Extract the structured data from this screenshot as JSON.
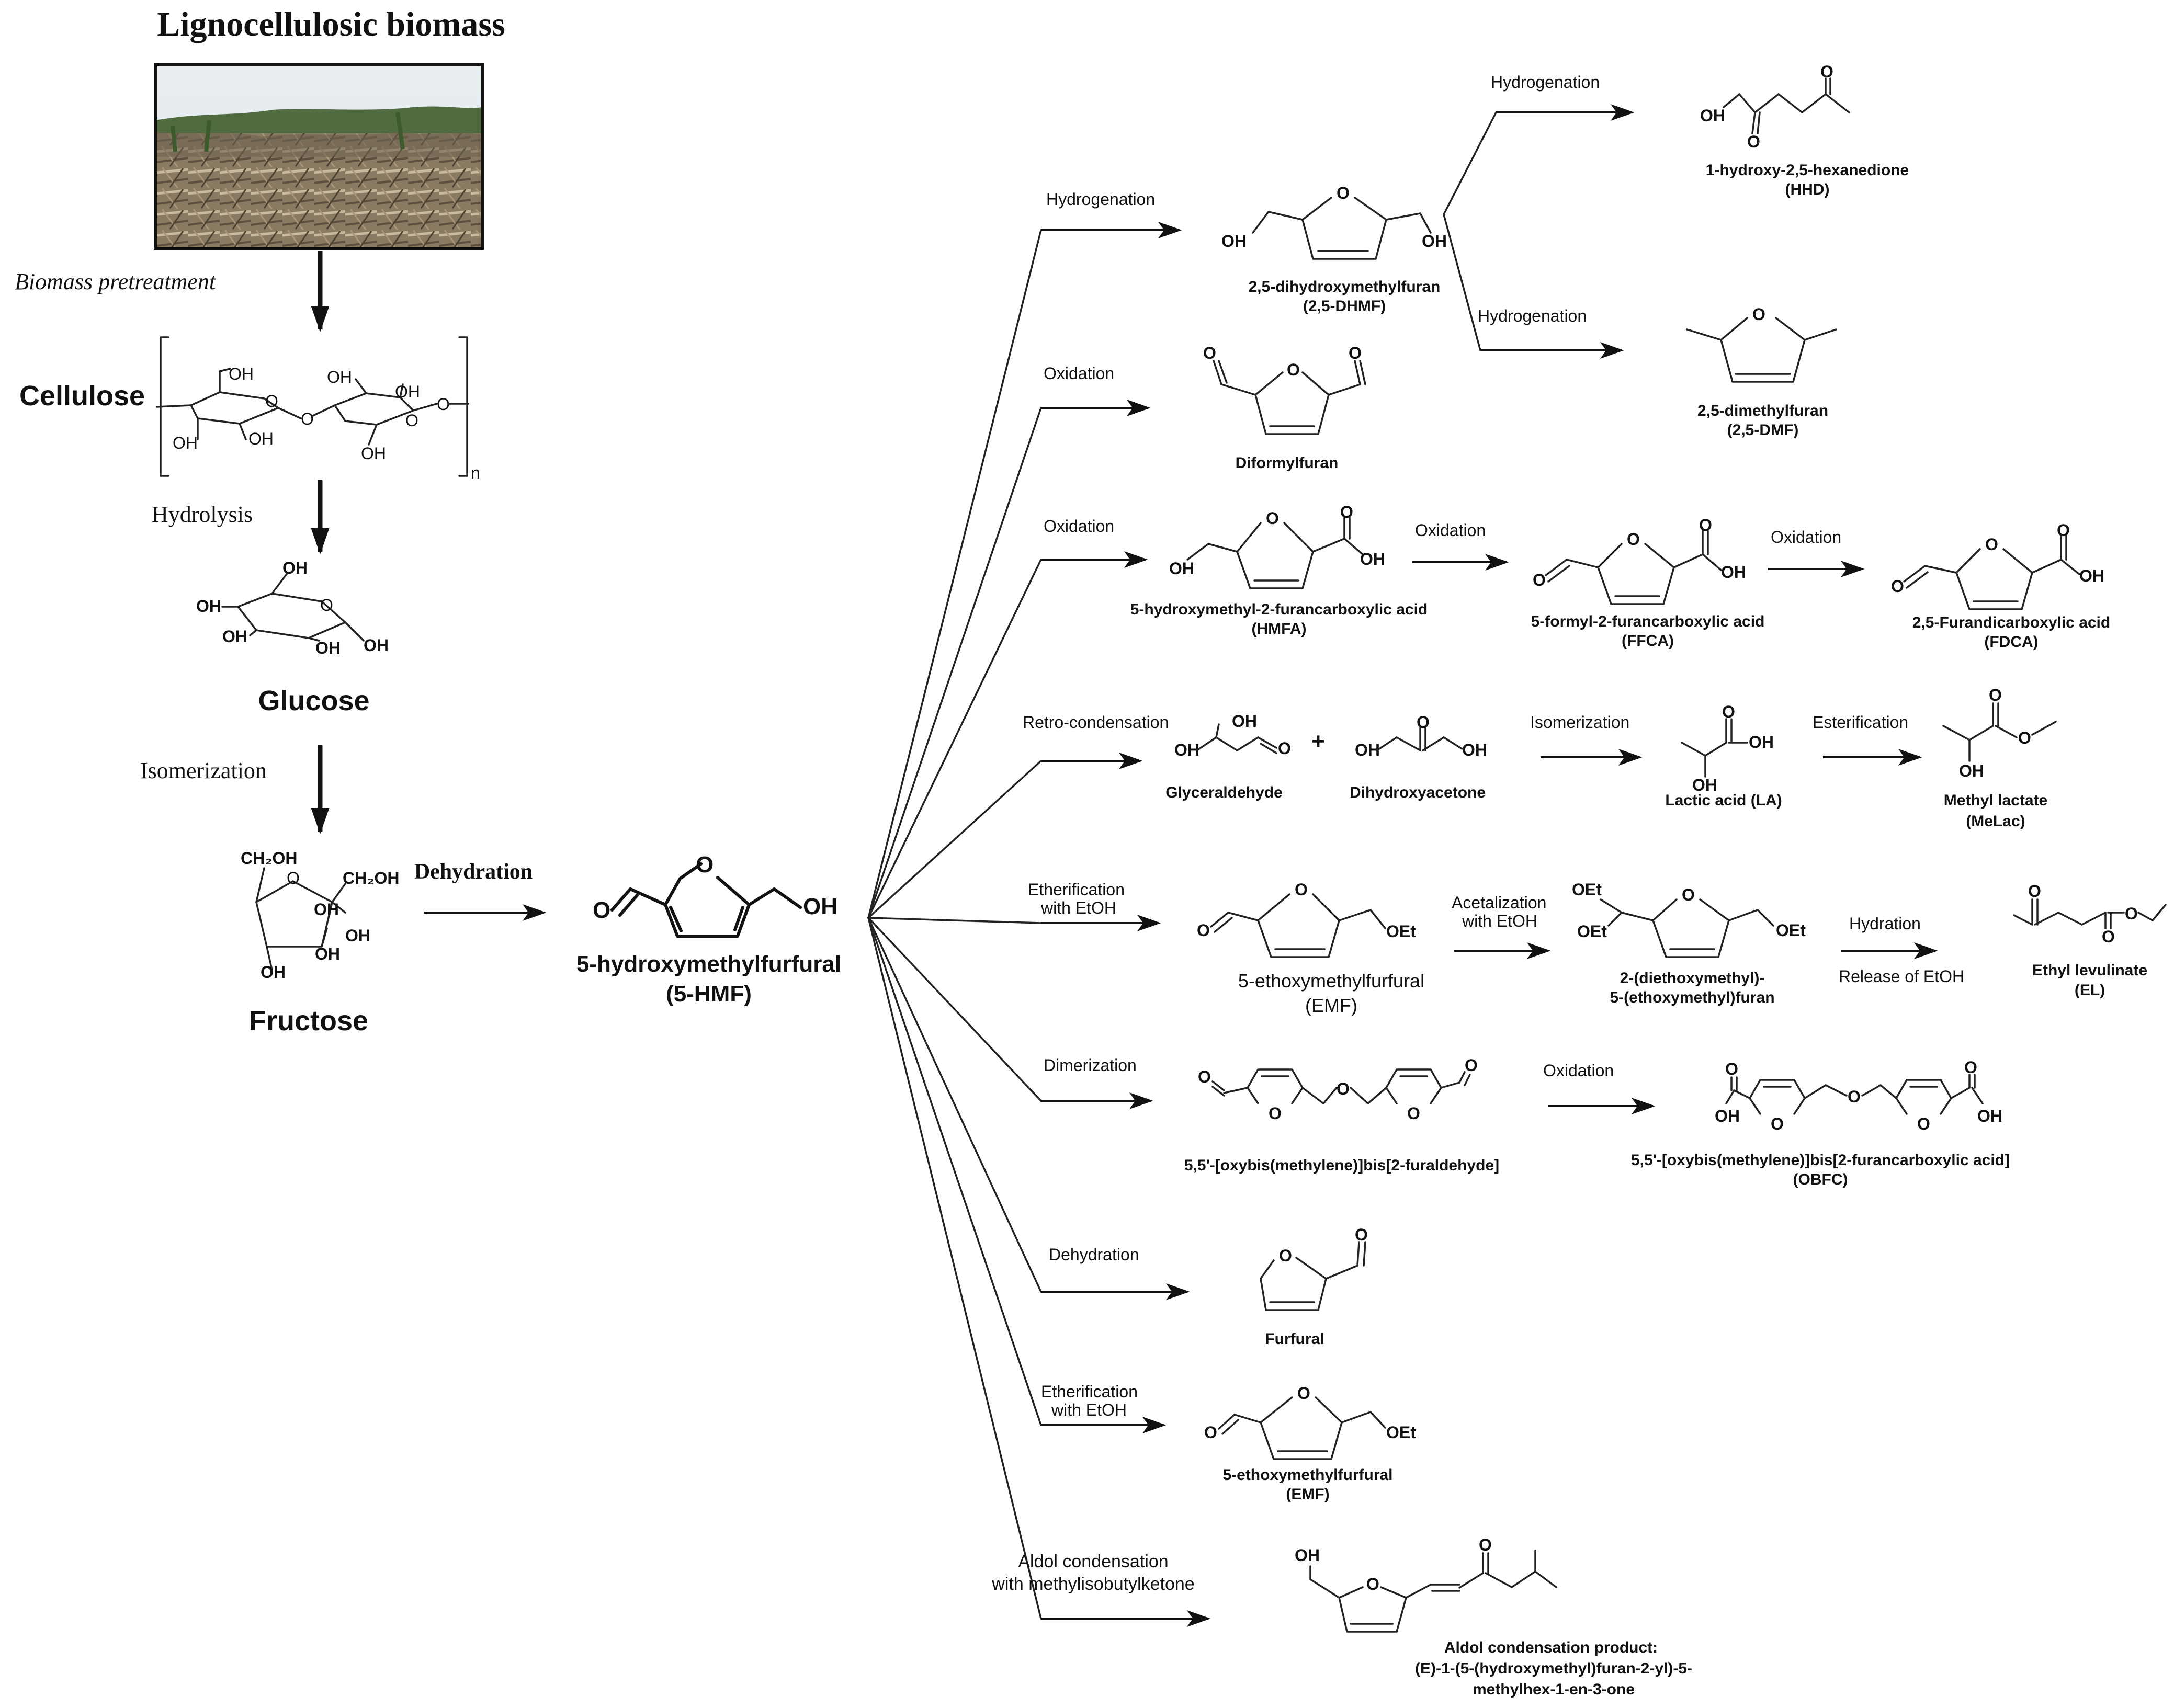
{
  "header": {
    "biomass_title": "Lignocellulosic biomass",
    "title_color": "#b0521c"
  },
  "left_chain": {
    "pretreatment": "Biomass pretreatment",
    "cellulose": "Cellulose",
    "cellulose_color": "#3a9a2f",
    "hydrolysis": "Hydrolysis",
    "glucose": "Glucose",
    "sugar_color": "#0f7fc3",
    "isomerization": "Isomerization",
    "fructose": "Fructose",
    "dehydration": "Dehydration",
    "n": "n"
  },
  "hmf": {
    "name": "5-hydroxymethylfurfural",
    "abbr": "(5-HMF)"
  },
  "atoms": {
    "OH": "OH",
    "O": "O",
    "OEt": "OEt",
    "CH2OH": "CH₂OH",
    "plus": "+"
  },
  "pathways": {
    "hydrogenation": "Hydrogenation",
    "dhmf_name": "2,5-dihydroxymethylfuran",
    "dhmf_abbr": "(2,5-DHMF)",
    "hhd_step": "Hydrogenation",
    "hhd_name": "1-hydroxy-2,5-hexanedione",
    "hhd_abbr": "(HHD)",
    "dmf_step": "Hydrogenation",
    "dmf_name": "2,5-dimethylfuran",
    "dmf_abbr": "(2,5-DMF)",
    "oxidation_dff": "Oxidation",
    "dff_name": "Diformylfuran",
    "oxidation_hmfa": "Oxidation",
    "hmfa_name": "5-hydroxymethyl-2-furancarboxylic acid",
    "hmfa_abbr": "(HMFA)",
    "oxidation_ffca": "Oxidation",
    "ffca_name": "5-formyl-2-furancarboxylic acid",
    "ffca_abbr": "(FFCA)",
    "oxidation_fdca": "Oxidation",
    "fdca_name": "2,5-Furandicarboxylic acid",
    "fdca_abbr": "(FDCA)",
    "retro": "Retro-condensation",
    "glyceraldehyde": "Glyceraldehyde",
    "dha": "Dihydroxyacetone",
    "isomerization": "Isomerization",
    "la": "Lactic acid (LA)",
    "esterification": "Esterification",
    "melac_name": "Methyl lactate",
    "melac_abbr": "(MeLac)",
    "ether1": "Etherification",
    "ether2": "with EtOH",
    "emf_name": "5-ethoxymethylfurfural",
    "emf_abbr": "(EMF)",
    "acetal1": "Acetalization",
    "acetal2": "with EtOH",
    "acetal_name1": "2-(diethoxymethyl)-",
    "acetal_name2": "5-(ethoxymethyl)furan",
    "hydration": "Hydration",
    "release": "Release of EtOH",
    "el_name": "Ethyl levulinate",
    "el_abbr": "(EL)",
    "dimerization": "Dimerization",
    "dimer_name": "5,5'-[oxybis(methylene)]bis[2-furaldehyde]",
    "oxidation_obfc": "Oxidation",
    "obfc_name": "5,5'-[oxybis(methylene)]bis[2-furancarboxylic acid]",
    "obfc_abbr": "(OBFC)",
    "dehydration": "Dehydration",
    "furfural": "Furfural",
    "ether_b1": "Etherification",
    "ether_b2": "with EtOH",
    "emf2_name": "5-ethoxymethylfurfural",
    "emf2_abbr": "(EMF)",
    "aldol1": "Aldol condensation",
    "aldol2": "with methylisobutylketone",
    "aldol_name1": "Aldol condensation product:",
    "aldol_name2_italic": "E",
    "aldol_name2": "(E)-1-(5-(hydroxymethyl)furan-2-yl)-5-",
    "aldol_name3": "methylhex-1-en-3-one"
  }
}
